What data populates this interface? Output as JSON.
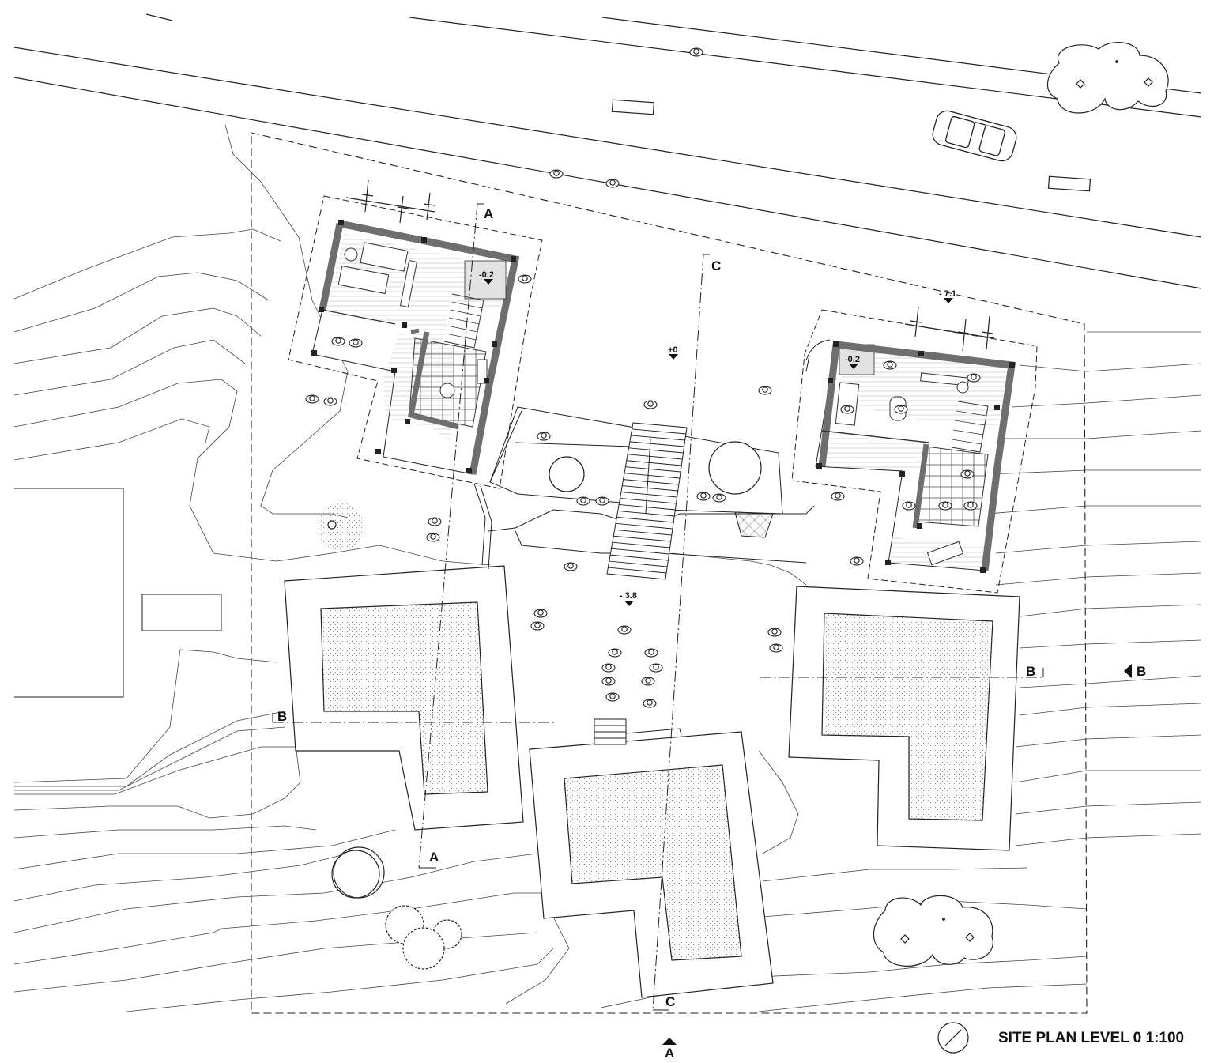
{
  "title": "SITE PLAN LEVEL 0  1:100",
  "section_markers": {
    "a_top": "A",
    "a_bottom_mid": "A",
    "a_bottom": "A",
    "b_left": "B",
    "b_right_inner": "B",
    "b_right": "B",
    "c_top": "C",
    "c_bottom": "C"
  },
  "levels": {
    "house_left": "-0.2",
    "house_right": "-0.2",
    "entrance": "+0",
    "courtyard": "- 3.8",
    "street_right": "- 7.1"
  },
  "colors": {
    "line": "#222222",
    "wall": "#6e6e6e",
    "hatch": "#9a9a9a"
  },
  "icons": [
    "north-arrow-icon",
    "car-icon",
    "bicycle-icon",
    "person-icon",
    "tree-icon"
  ]
}
